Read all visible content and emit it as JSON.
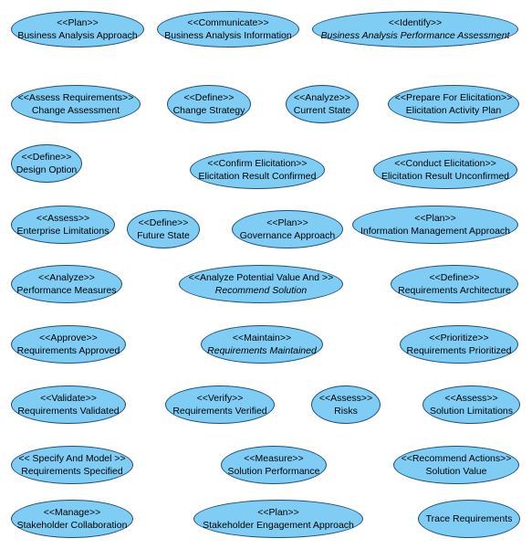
{
  "use_cases": [
    {
      "stereotype": "<<Plan>>",
      "name": "Business Analysis Approach"
    },
    {
      "stereotype": "<<Communicate>>",
      "name": "Business Analysis Information"
    },
    {
      "stereotype": "<<Identify>>",
      "name": "Business Analysis Performance Assessment",
      "italic": true
    },
    {
      "stereotype": "<<Assess Requirements>>",
      "name": "Change Assessment"
    },
    {
      "stereotype": "<<Define>>",
      "name": "Change Strategy"
    },
    {
      "stereotype": "<<Analyze>>",
      "name": "Current State"
    },
    {
      "stereotype": "<<Prepare For Elicitation>>",
      "name": "Elicitation Activity Plan"
    },
    {
      "stereotype": "<<Define>>",
      "name": "Design Option"
    },
    {
      "stereotype": "<<Confirm Elicitation>>",
      "name": "Elicitation Result Confirmed"
    },
    {
      "stereotype": "<<Conduct Elicitation>>",
      "name": "Elicitation Result Unconfirmed"
    },
    {
      "stereotype": "<<Assess>>",
      "name": "Enterprise Limitations"
    },
    {
      "stereotype": "<<Define>>",
      "name": "Future State"
    },
    {
      "stereotype": "<<Plan>>",
      "name": "Governance Approach"
    },
    {
      "stereotype": "<<Plan>>",
      "name": "Information Management Approach"
    },
    {
      "stereotype": "<<Analyze>>",
      "name": "Performance Measures"
    },
    {
      "stereotype": "<<Analyze Potential Value And >>",
      "name": "Recommend Solution",
      "italic": true
    },
    {
      "stereotype": "<<Define>>",
      "name": "Requirements Architecture"
    },
    {
      "stereotype": "<<Approve>>",
      "name": "Requirements Approved"
    },
    {
      "stereotype": "<<Maintain>>",
      "name": "Requirements Maintained",
      "italic": true
    },
    {
      "stereotype": "<<Prioritize>>",
      "name": "Requirements Prioritized"
    },
    {
      "stereotype": "<<Validate>>",
      "name": "Requirements Validated"
    },
    {
      "stereotype": "<<Verify>>",
      "name": "Requirements Verified"
    },
    {
      "stereotype": "<<Assess>>",
      "name": "Risks"
    },
    {
      "stereotype": "<<Assess>>",
      "name": "Solution Limitations"
    },
    {
      "stereotype": "<< Specify And Model >>",
      "name": "Requirements Specified"
    },
    {
      "stereotype": "<<Measure>>",
      "name": "Solution Performance"
    },
    {
      "stereotype": "<<Recommend Actions>>",
      "name": "Solution Value"
    },
    {
      "stereotype": "<<Manage>>",
      "name": "Stakeholder Collaboration"
    },
    {
      "stereotype": "<<Plan>>",
      "name": "Stakeholder Engagement Approach"
    },
    {
      "stereotype": "",
      "name": "Trace Requirements"
    }
  ]
}
